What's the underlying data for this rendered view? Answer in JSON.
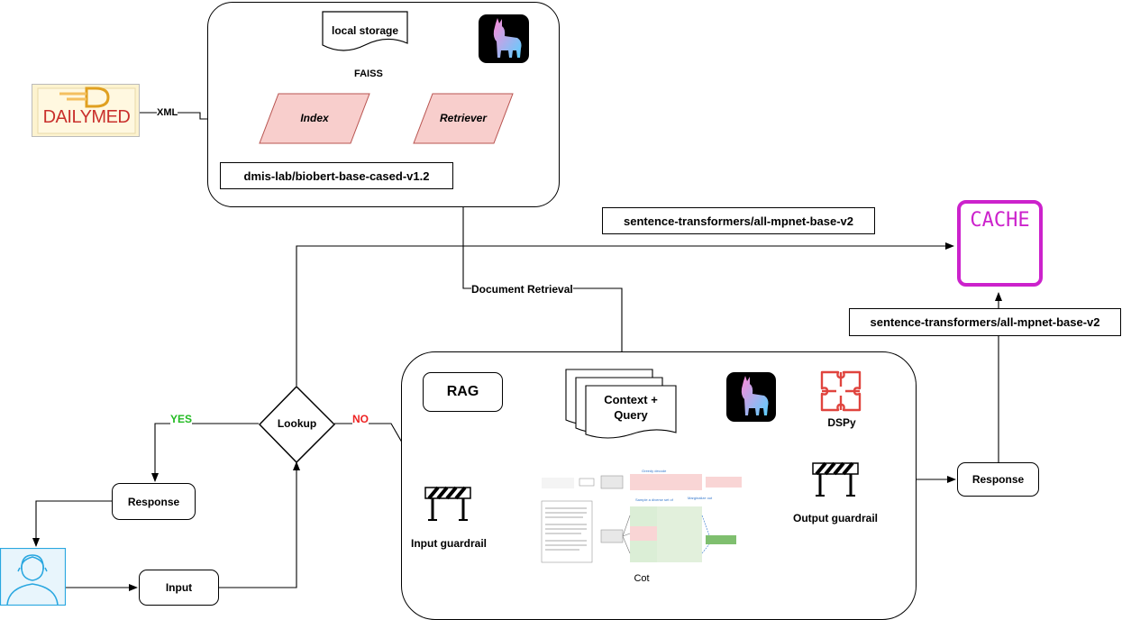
{
  "source": {
    "logo_text": "DAILYMED",
    "edge_label": "XML"
  },
  "index_group": {
    "storage_label": "local storage",
    "faiss_label": "FAISS",
    "index_label": "Index",
    "retriever_label": "Retriever",
    "model_label": "dmis-lab/biobert-base-cased-v1.2"
  },
  "cache": {
    "label": "CACHE",
    "embed_top_label": "sentence-transformers/all-mpnet-base-v2",
    "embed_right_label": "sentence-transformers/all-mpnet-base-v2",
    "accent": "#cc22cc"
  },
  "flow": {
    "doc_retrieval_label": "Document Retrieval",
    "lookup_label": "Lookup",
    "yes_label": "YES",
    "no_label": "NO",
    "yes_color": "#22bb22",
    "no_color": "#ee2222",
    "left_response_label": "Response",
    "input_label": "Input",
    "right_response_label": "Response"
  },
  "rag": {
    "title": "RAG",
    "context_label_line1": "Context +",
    "context_label_line2": "Query",
    "dspy_label": "DSPy",
    "input_guardrail_label": "Input guardrail",
    "output_guardrail_label": "Output guardrail",
    "cot_label": "Cot"
  },
  "colors": {
    "parallelogram_fill": "#f8cecc",
    "parallelogram_stroke": "#b85450",
    "dspy_red": "#e0443e"
  }
}
